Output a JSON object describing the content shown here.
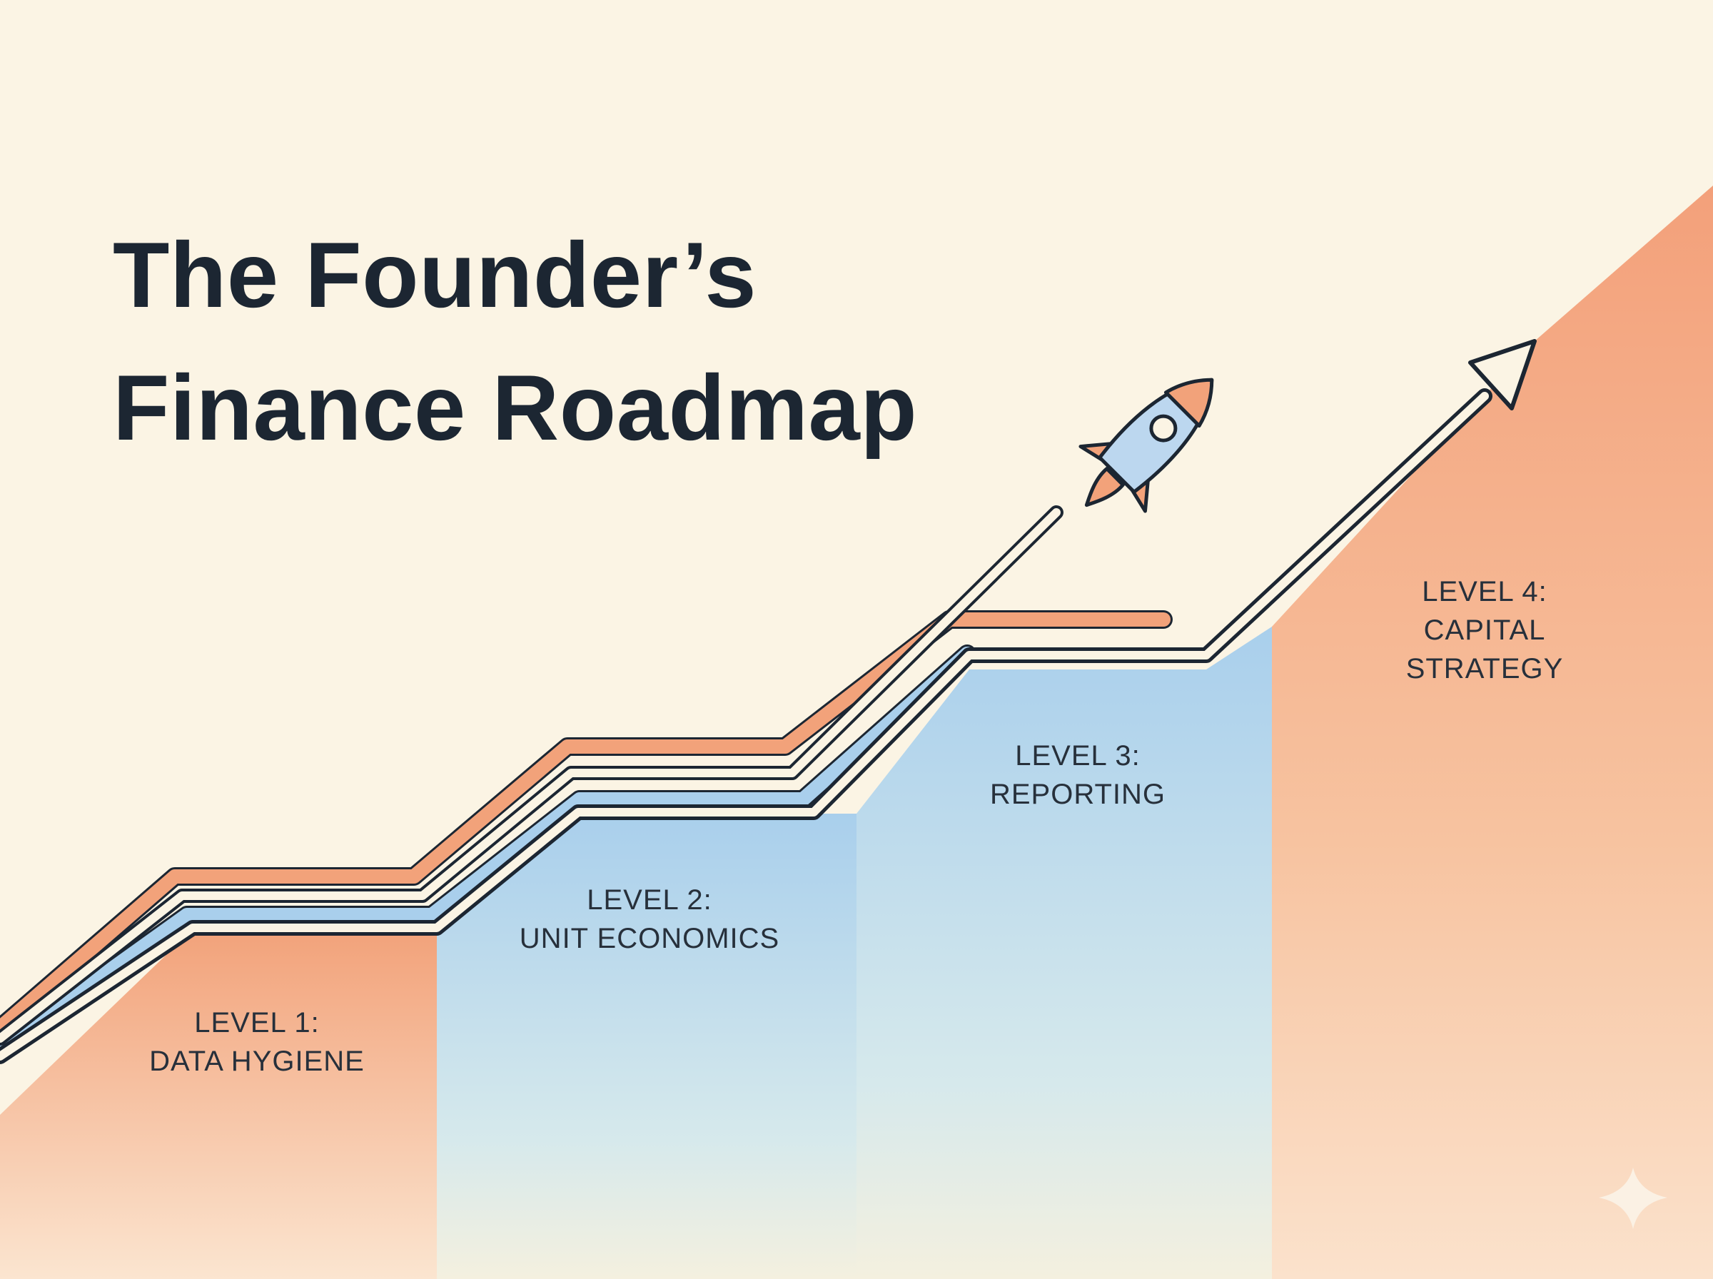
{
  "title": {
    "line1": "The Founder’s",
    "line2": "Finance Roadmap"
  },
  "levels": [
    {
      "line1": "LEVEL 1:",
      "line2": "DATA HYGIENE"
    },
    {
      "line1": "LEVEL 2:",
      "line2": "UNIT ECONOMICS"
    },
    {
      "line1": "LEVEL 3:",
      "line2": "REPORTING"
    },
    {
      "line1": "LEVEL 4:",
      "line2": "CAPITAL",
      "line3": "STRATEGY"
    }
  ],
  "colors": {
    "background": "#fbf4e4",
    "orange": "#f2a27a",
    "blue": "#a9d0ea",
    "outline": "#1c2632"
  },
  "icons": [
    "rocket-icon",
    "arrow-head-icon",
    "sparkle-icon"
  ]
}
